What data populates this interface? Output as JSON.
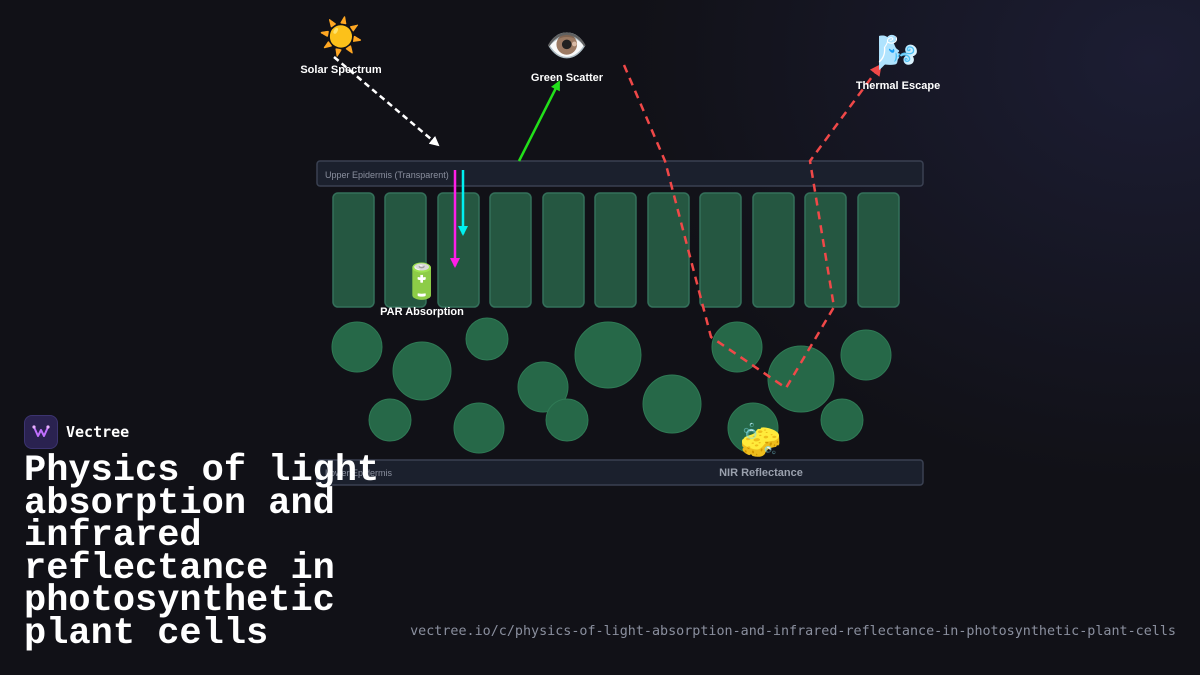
{
  "diagram": {
    "labels": {
      "solar": "Solar Spectrum",
      "green": "Green Scatter",
      "thermal": "Thermal Escape",
      "par": "PAR Absorption",
      "nir": "NIR Reflectance",
      "upper_epidermis": "Upper Epidermis (Transparent)",
      "lower_epidermis": "Lower Epidermis"
    },
    "icons": {
      "sun": "☀️",
      "eye": "👁️",
      "wind": "🌬️",
      "battery": "🔋",
      "sponge": "🧽"
    },
    "colors": {
      "palisade_fill": "#255741",
      "spongy_fill": "#266848",
      "epidermis_fill": "#1b202d",
      "solar_ray": "#ffffff",
      "green_ray": "#22e01a",
      "nir_ray": "#f04848",
      "par_red": "#ff1ee8",
      "par_blue": "#00f0f0"
    }
  },
  "brand": {
    "name": "Vectree",
    "logo_icon": "vectree-logo-icon"
  },
  "title": "Physics of light absorption and infrared reflectance in photosynthetic plant cells",
  "url": "vectree.io/c/physics-of-light-absorption-and-infrared-reflectance-in-photosynthetic-plant-cells"
}
